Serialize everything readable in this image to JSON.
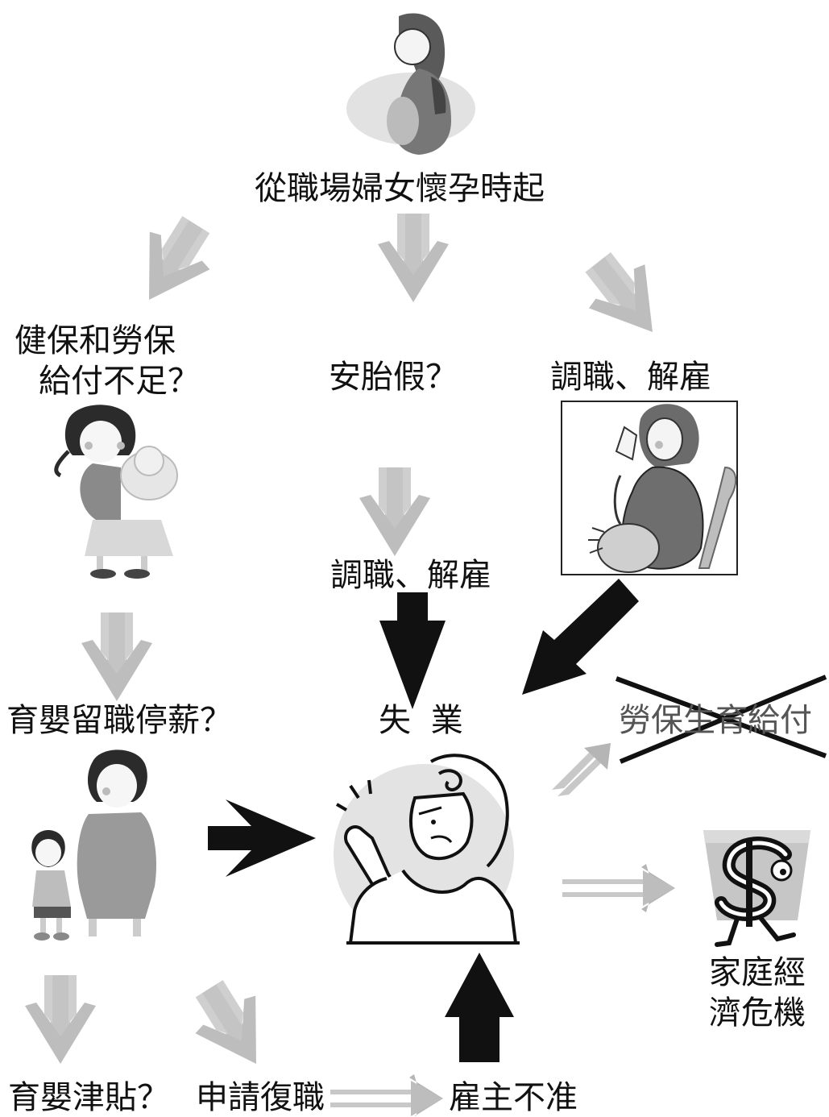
{
  "start": {
    "text": "從職場婦女懷孕時起"
  },
  "branches": {
    "insurance": {
      "line1": "健保和勞保",
      "line2": "給付不足？"
    },
    "leave": {
      "text": "安胎假？"
    },
    "transfer_top": {
      "text": "調職、解雇"
    },
    "transfer_mid": {
      "text": "調職、解雇"
    }
  },
  "childcare": {
    "text": "育嬰留職停薪？"
  },
  "unemployment": {
    "text": "失 業"
  },
  "maternity_benefit": {
    "text": "勞保生育給付",
    "crossed_out": true
  },
  "crisis": {
    "line1": "家庭經",
    "line2": "濟危機"
  },
  "bottom": {
    "allowance": {
      "text": "育嬰津貼？"
    },
    "reinstate": {
      "text": "申請復職"
    },
    "employer": {
      "text": "雇主不准"
    }
  },
  "colors": {
    "light_arrow": "#bdbdbd",
    "dark_arrow": "#111111",
    "circle_bg": "#e3e3e3"
  }
}
